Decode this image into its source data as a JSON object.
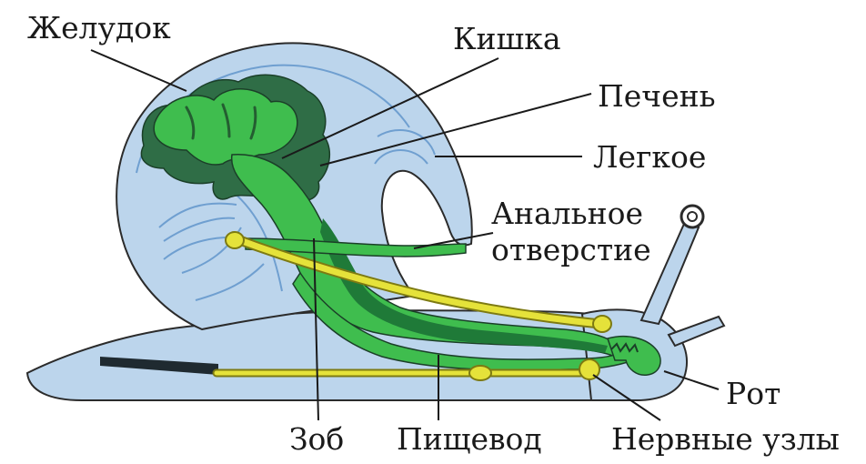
{
  "labels": {
    "stomach": "Желудок",
    "intestine": "Кишка",
    "liver": "Печень",
    "lung": "Легкое",
    "anal_line1": "Анальное",
    "anal_line2": "отверстие",
    "mouth": "Рот",
    "crop": "Зоб",
    "esophagus": "Пищевод",
    "ganglia": "Нервные узлы"
  },
  "colors": {
    "body": "#bcd5ec",
    "outline": "#2b2b2b",
    "vessels": "#6f9fd0",
    "liver": "#2f6d46",
    "gut": "#3fbd4e",
    "gut_dark": "#1f7a38",
    "nerve": "#e5e23a",
    "nerve_edge": "#7d7a12"
  }
}
